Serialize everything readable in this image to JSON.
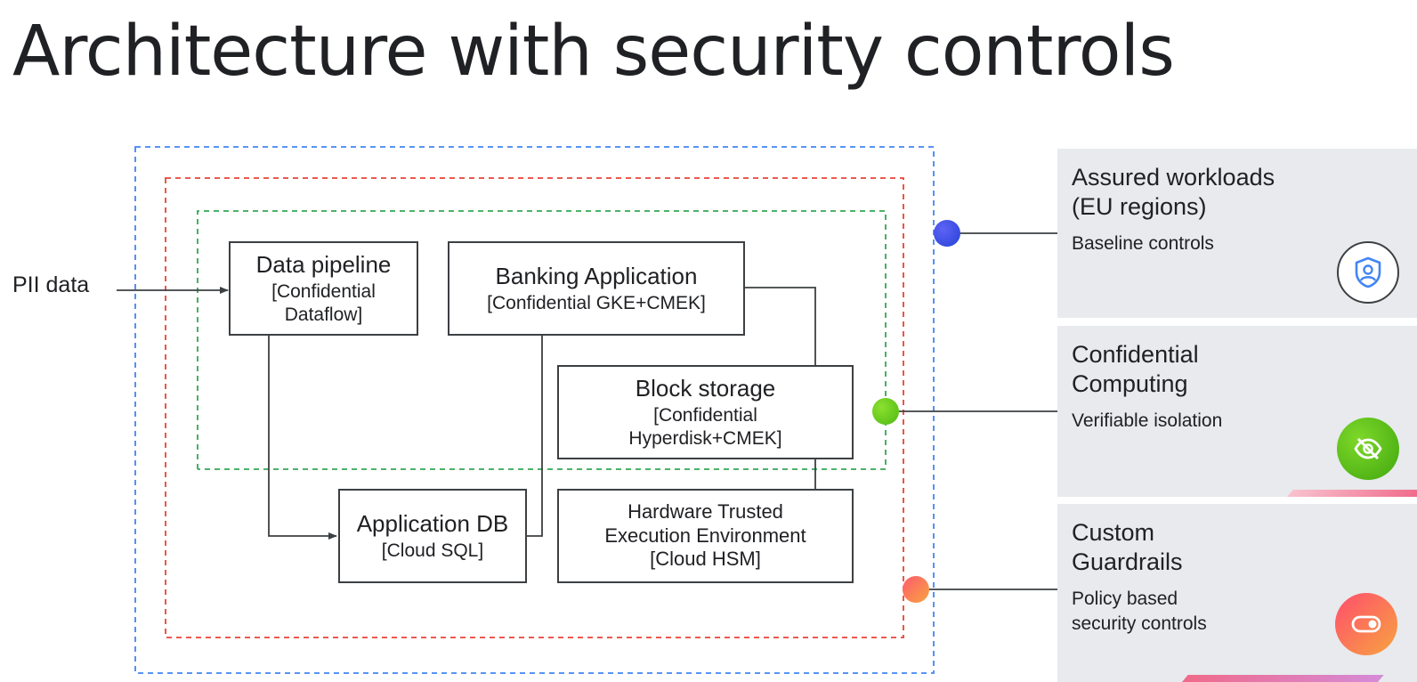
{
  "title": "Architecture with security controls",
  "input_label": "PII data",
  "boxes": {
    "data_pipeline": {
      "name": "Data pipeline",
      "detail_1": "[Confidential",
      "detail_2": "Dataflow]"
    },
    "banking_app": {
      "name": "Banking Application",
      "detail_1": "[Confidential GKE+CMEK]"
    },
    "block_storage": {
      "name": "Block storage",
      "detail_1": "[Confidential",
      "detail_2": "Hyperdisk+CMEK]"
    },
    "app_db": {
      "name": "Application DB",
      "detail_1": "[Cloud SQL]"
    },
    "hsm": {
      "line_1": "Hardware Trusted",
      "line_2": "Execution Environment",
      "line_3": "[Cloud HSM]"
    }
  },
  "panels": [
    {
      "title_1": "Assured workloads",
      "title_2": "(EU regions)",
      "desc_1": "Baseline controls",
      "icon": "shield-user-icon"
    },
    {
      "title_1": "Confidential",
      "title_2": "Computing",
      "desc_1": "Verifiable isolation",
      "icon": "eye-off-icon"
    },
    {
      "title_1": "Custom",
      "title_2": "Guardrails",
      "desc_1": "Policy based",
      "desc_2": "security controls",
      "icon": "toggle-icon"
    }
  ],
  "colors": {
    "assured_boundary": "#4285f4",
    "guardrails_boundary": "#ea4335",
    "confidential_boundary": "#34a853",
    "panel_bg": "#e8eaed",
    "line": "#3c4043"
  }
}
